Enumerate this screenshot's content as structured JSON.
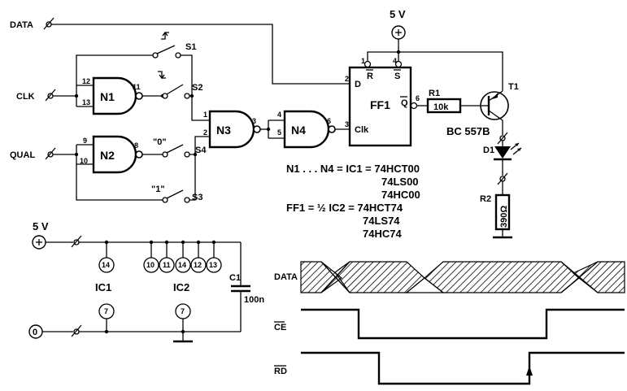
{
  "labels": {
    "data": "DATA",
    "clk": "CLK",
    "qual": "QUAL",
    "supply_top": "5 V",
    "supply_bottom": "5 V",
    "ground": "0",
    "s1": "S1",
    "s2": "S2",
    "s3": "S3",
    "s4": "S4",
    "s4_state": "\"0\"",
    "s3_state": "\"1\"",
    "n1": "N1",
    "n2": "N2",
    "n3": "N3",
    "n4": "N4",
    "ff1": "FF1",
    "ff1_d": "D",
    "ff1_clk": "Clk",
    "ff1_r": "R",
    "ff1_s": "S",
    "ff1_q": "Q",
    "r1": "R1",
    "r1_value": "10k",
    "r2": "R2",
    "r2_value": "390Ω",
    "t1": "T1",
    "t1_type": "BC 557B",
    "d1": "D1",
    "ic1": "IC1",
    "ic2": "IC2",
    "c1": "C1",
    "c1_value": "100n",
    "timing_data": "DATA",
    "timing_ce": "CE",
    "timing_rd": "RD"
  },
  "pins": {
    "n1_in_a": "12",
    "n1_in_b": "13",
    "n1_out": "11",
    "n2_in_a": "9",
    "n2_in_b": "10",
    "n2_out": "8",
    "n3_in_a": "1",
    "n3_in_b": "2",
    "n3_out": "3",
    "n4_in_a": "4",
    "n4_in_b": "5",
    "n4_out": "6",
    "ff_d": "2",
    "ff_clk": "3",
    "ff_r": "1",
    "ff_s": "4",
    "ff_q": "6",
    "ic1_vcc": "14",
    "ic1_gnd": "7",
    "ic2_p10": "10",
    "ic2_p11": "11",
    "ic2_p14": "14",
    "ic2_p12": "12",
    "ic2_p13": "13",
    "ic2_gnd": "7"
  },
  "notes": {
    "line1": "N1 . . . N4 = IC1 = 74HCT00",
    "line2": "74LS00",
    "line3": "74HC00",
    "line4": "FF1 = ½ IC2 = 74HCT74",
    "line5": "74LS74",
    "line6": "74HC74"
  }
}
